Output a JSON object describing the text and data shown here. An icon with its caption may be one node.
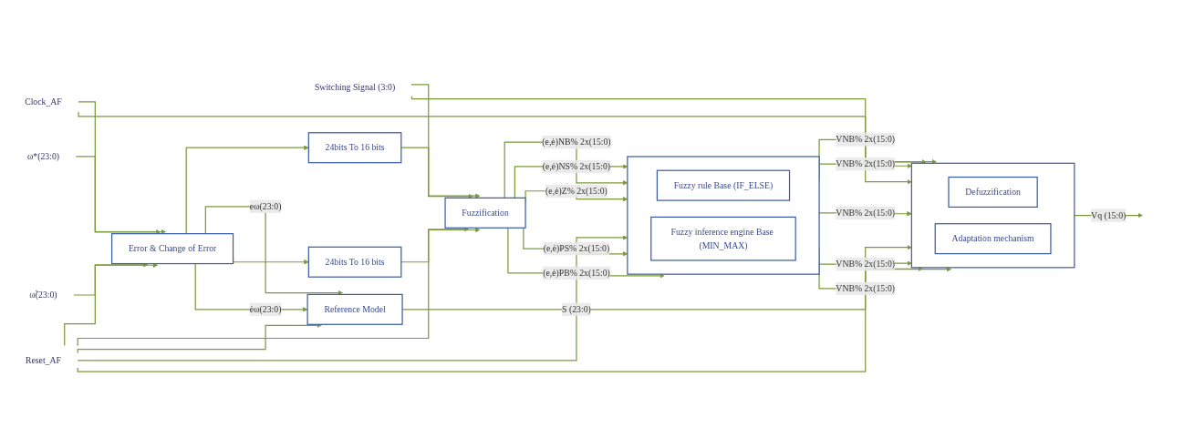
{
  "diagram": {
    "nodes": [
      {
        "text": [
          "Clock_AF"
        ]
      },
      {
        "text": [
          "ω*(23:0)"
        ]
      },
      {
        "text": [
          "ω̃(23:0)"
        ]
      },
      {
        "text": [
          "Reset_AF"
        ]
      },
      {
        "text": [
          "Switching Signal (3:0)"
        ]
      },
      {
        "text": [
          "Error & Change of Error"
        ]
      },
      {
        "text": [
          "24bits To 16 bits"
        ]
      },
      {
        "text": [
          "24bits To 16 bits"
        ]
      },
      {
        "text": [
          "Fuzzification"
        ]
      },
      {
        "text": [],
        "shape": "box"
      },
      {
        "text": [
          "Fuzzy rule Base (IF_ELSE)"
        ],
        "in": 9
      },
      {
        "text": [
          "Fuzzy inference engine Base (MIN_MAX)"
        ],
        "in": 9
      },
      {
        "text": [],
        "shape": "box"
      },
      {
        "text": [
          "Defuzzification"
        ],
        "in": 12
      },
      {
        "text": [
          "Adaptation mechanism"
        ],
        "in": 12
      },
      {
        "text": [
          "Reference Model"
        ]
      }
    ],
    "edges": [
      {
        "from": 0,
        "to": 5,
        "arrow": "to"
      },
      {
        "from": 0,
        "to": 12,
        "arrow": "to"
      },
      {
        "from": 1,
        "to": 5,
        "arrow": "to"
      },
      {
        "from": 2,
        "to": 5,
        "arrow": "to"
      },
      {
        "from": 5,
        "to": 6,
        "arrow": "to"
      },
      {
        "from": 5,
        "to": 15,
        "arrow": "to",
        "label": "eω(23:0)"
      },
      {
        "from": 5,
        "to": 7,
        "arrow": "to"
      },
      {
        "from": 5,
        "to": 15,
        "arrow": "to",
        "label": "ėω(23:0)"
      },
      {
        "from": 6,
        "to": 8,
        "arrow": "to"
      },
      {
        "from": 7,
        "to": 8,
        "arrow": "to"
      },
      {
        "from": 8,
        "to": 9,
        "arrow": "to",
        "label": "(e,ė)NB% 2x(15:0)"
      },
      {
        "from": 8,
        "to": 9,
        "arrow": "to",
        "label": "(e,ė)NS% 2x(15:0)"
      },
      {
        "from": 8,
        "to": 9,
        "arrow": "to",
        "label": "(e,ė)Z% 2x(15:0)"
      },
      {
        "from": 8,
        "to": 9,
        "arrow": "to",
        "label": "(e,ė)PS% 2x(15:0)"
      },
      {
        "from": 8,
        "to": 9,
        "arrow": "to",
        "label": "(e,ė)PB% 2x(15:0)"
      },
      {
        "from": 9,
        "to": 12,
        "arrow": "to",
        "label": "VNB% 2x(15:0)"
      },
      {
        "from": 9,
        "to": 12,
        "arrow": "to",
        "label": "VNB% 2x(15:0)"
      },
      {
        "from": 9,
        "to": 12,
        "arrow": "to",
        "label": "VNB% 2x(15:0)"
      },
      {
        "from": 9,
        "to": 12,
        "arrow": "to",
        "label": "VNB% 2x(15:0)"
      },
      {
        "from": 9,
        "to": 12,
        "arrow": "to",
        "label": "VNB% 2x(15:0)"
      },
      {
        "from": 15,
        "to": 12,
        "arrow": "to",
        "label": "S (23:0)"
      },
      {
        "from": 12,
        "to": null,
        "arrow": "to",
        "label": "Vq (15:0)"
      },
      {
        "from": 3,
        "to": 5,
        "arrow": "to"
      },
      {
        "from": 3,
        "to": 8,
        "arrow": "to"
      },
      {
        "from": 3,
        "to": 15,
        "arrow": "to"
      },
      {
        "from": 3,
        "to": 9,
        "arrow": "to"
      },
      {
        "from": 3,
        "to": 12,
        "arrow": "to"
      },
      {
        "from": 4,
        "to": 8,
        "arrow": "to"
      },
      {
        "from": 4,
        "to": 12,
        "arrow": "to"
      }
    ]
  }
}
